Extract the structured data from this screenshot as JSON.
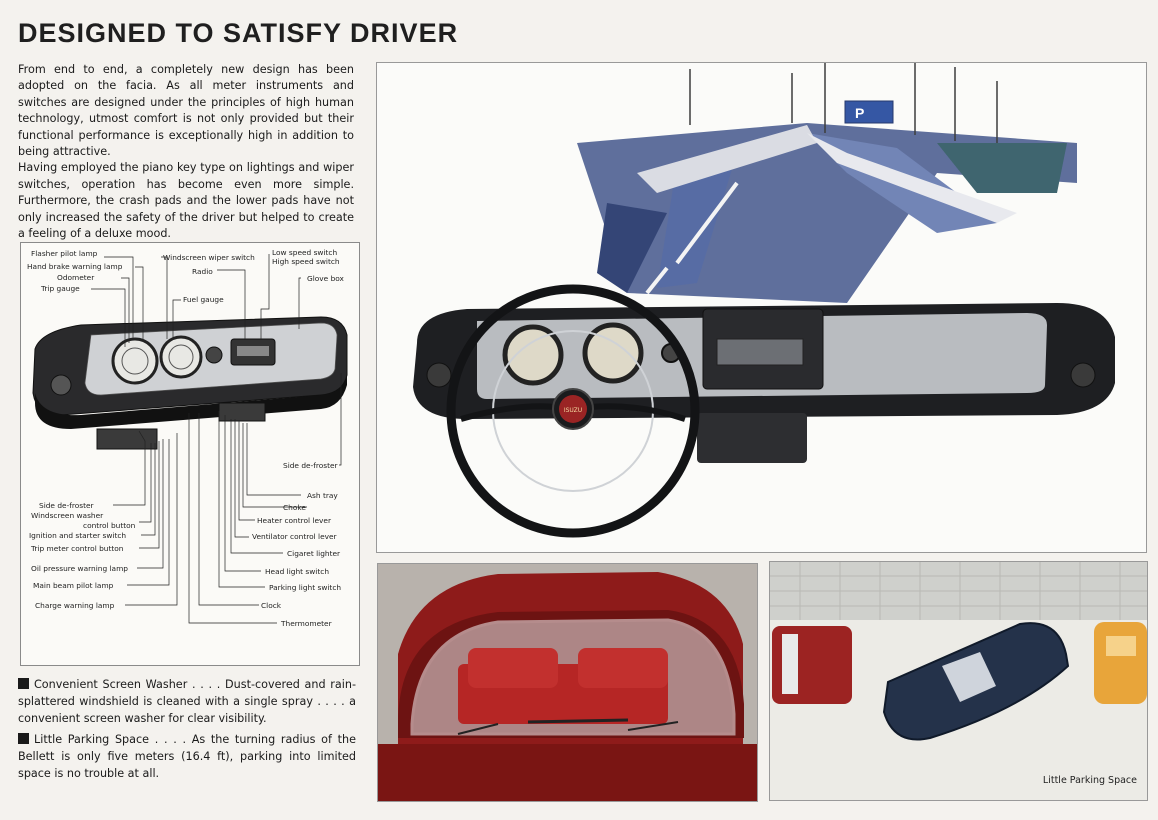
{
  "page": {
    "title": "DESIGNED TO SATISFY DRIVER",
    "intro_p1": "From end to end, a completely new design has been adopted on the facia.  As all meter instruments and switches are designed under the principles of high human technology, utmost comfort is not only provided but their functional performance is exceptionally high in addition to being attractive.",
    "intro_p2": "Having employed the piano key type on lightings and wiper switches, operation has become even more simple. Furthermore, the crash pads and the lower pads have not only increased the safety of the driver but helped to create a feeling of a deluxe mood."
  },
  "diagram": {
    "labels": {
      "flasher_pilot_lamp": "Flasher pilot lamp",
      "hand_brake_warning_lamp": "Hand brake warning lamp",
      "odometer": "Odometer",
      "trip_gauge": "Trip gauge",
      "windscreen_wiper_switch": "Windscreen wiper switch",
      "low_speed_switch": "Low speed switch",
      "high_speed_switch": "High speed switch",
      "radio": "Radio",
      "glove_box": "Glove box",
      "fuel_gauge": "Fuel gauge",
      "side_defroster_right": "Side de-froster",
      "side_defroster_left": "Side de-froster",
      "windscreen_washer": "Windscreen washer",
      "control_button": "control button",
      "ignition_starter_switch": "Ignition and starter switch",
      "trip_meter_control_button": "Trip meter control button",
      "oil_pressure_warning_lamp": "Oil pressure warning lamp",
      "main_beam_pilot_lamp": "Main beam pilot lamp",
      "charge_warning_lamp": "Charge warning lamp",
      "ash_tray": "Ash tray",
      "choke": "Choke",
      "heater_control_lever": "Heater control lever",
      "ventilator_control_lever": "Ventilator control lever",
      "cigaret_lighter": "Cigaret lighter",
      "head_light_switch": "Head light switch",
      "parking_light_switch": "Parking light switch",
      "clock": "Clock",
      "thermometer": "Thermometer"
    }
  },
  "captions": [
    {
      "text": "Convenient Screen Washer . . . . Dust-covered and rain-splattered windshield is cleaned with a single spray . . . . a convenient screen washer for clear visibility."
    },
    {
      "text": "Little Parking Space . . . . As the turning radius of the Bellett is only five meters (16.4 ft), parking into limited space is no trouble at all."
    }
  ],
  "images": {
    "road_sign_text": "P",
    "steering_badge": "ISUZU",
    "parking_label": "Little Parking Space"
  },
  "colors": {
    "dash_black": "#1e1f22",
    "dash_silver": "#b9bcc0",
    "car_red": "#8e1b1a",
    "road_blue": "#3a4e86",
    "sign_blue": "#2b4fa0"
  }
}
